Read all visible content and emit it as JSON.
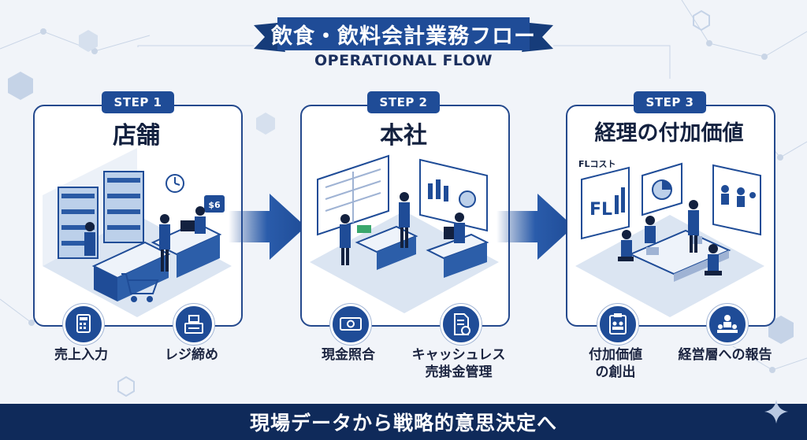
{
  "header": {
    "title": "飲食・飲料会計業務フロー",
    "subtitle": "OPERATIONAL FLOW"
  },
  "steps": [
    {
      "badge": "STEP 1",
      "title": "店舗",
      "price_tag": "$6",
      "tasks": [
        {
          "label": "売上入力",
          "icon": "calculator-icon"
        },
        {
          "label": "レジ締め",
          "icon": "cash-register-icon"
        }
      ]
    },
    {
      "badge": "STEP 2",
      "title": "本社",
      "tasks": [
        {
          "label": "現金照合",
          "icon": "banknote-icon"
        },
        {
          "label_line1": "キャッシュレス",
          "label_line2": "売掛金管理",
          "icon": "document-check-icon"
        }
      ]
    },
    {
      "badge": "STEP 3",
      "title": "経理の付加価値",
      "board_caption": "FLコスト",
      "board_letters": "FL",
      "tasks": [
        {
          "label_line1": "付加価値",
          "label_line2": "の創出",
          "icon": "clipboard-people-icon"
        },
        {
          "label": "経営層への報告",
          "icon": "people-presentation-icon"
        }
      ]
    }
  ],
  "footer": {
    "banner": "現場データから戦略的意思決定へ"
  },
  "colors": {
    "primary": "#1f4c97",
    "navy": "#0f2a5a",
    "light": "#dde6f3"
  }
}
